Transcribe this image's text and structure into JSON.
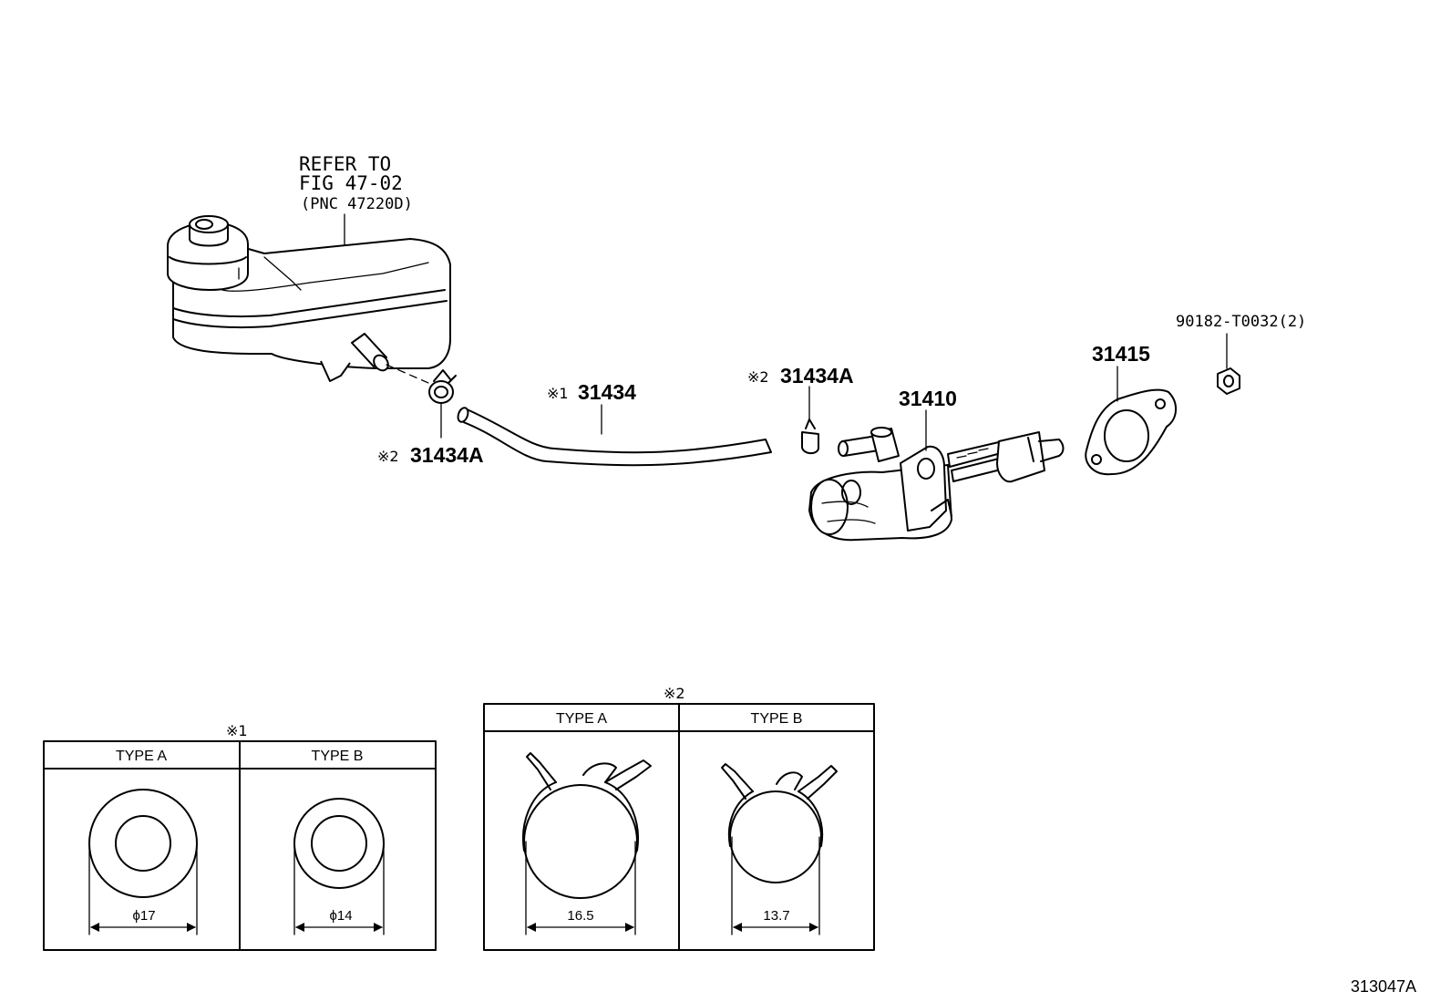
{
  "reservoir_note": {
    "line1": "REFER TO",
    "line2": "FIG 47-02",
    "line3": "(PNC 47220D)"
  },
  "callouts": {
    "clip_left": {
      "mark": "※2",
      "part": "31434A"
    },
    "hose": {
      "mark": "※1",
      "part": "31434"
    },
    "clip_right": {
      "mark": "※2",
      "part": "31434A"
    },
    "master_cylinder": "31410",
    "gasket": "31415",
    "nut": "90182-T0032(2)"
  },
  "table1": {
    "mark": "※1",
    "type_a": {
      "label": "TYPE A",
      "dimension": "ϕ17"
    },
    "type_b": {
      "label": "TYPE B",
      "dimension": "ϕ14"
    }
  },
  "table2": {
    "mark": "※2",
    "type_a": {
      "label": "TYPE A",
      "dimension": "16.5"
    },
    "type_b": {
      "label": "TYPE B",
      "dimension": "13.7"
    }
  },
  "figure_code": "313047A"
}
